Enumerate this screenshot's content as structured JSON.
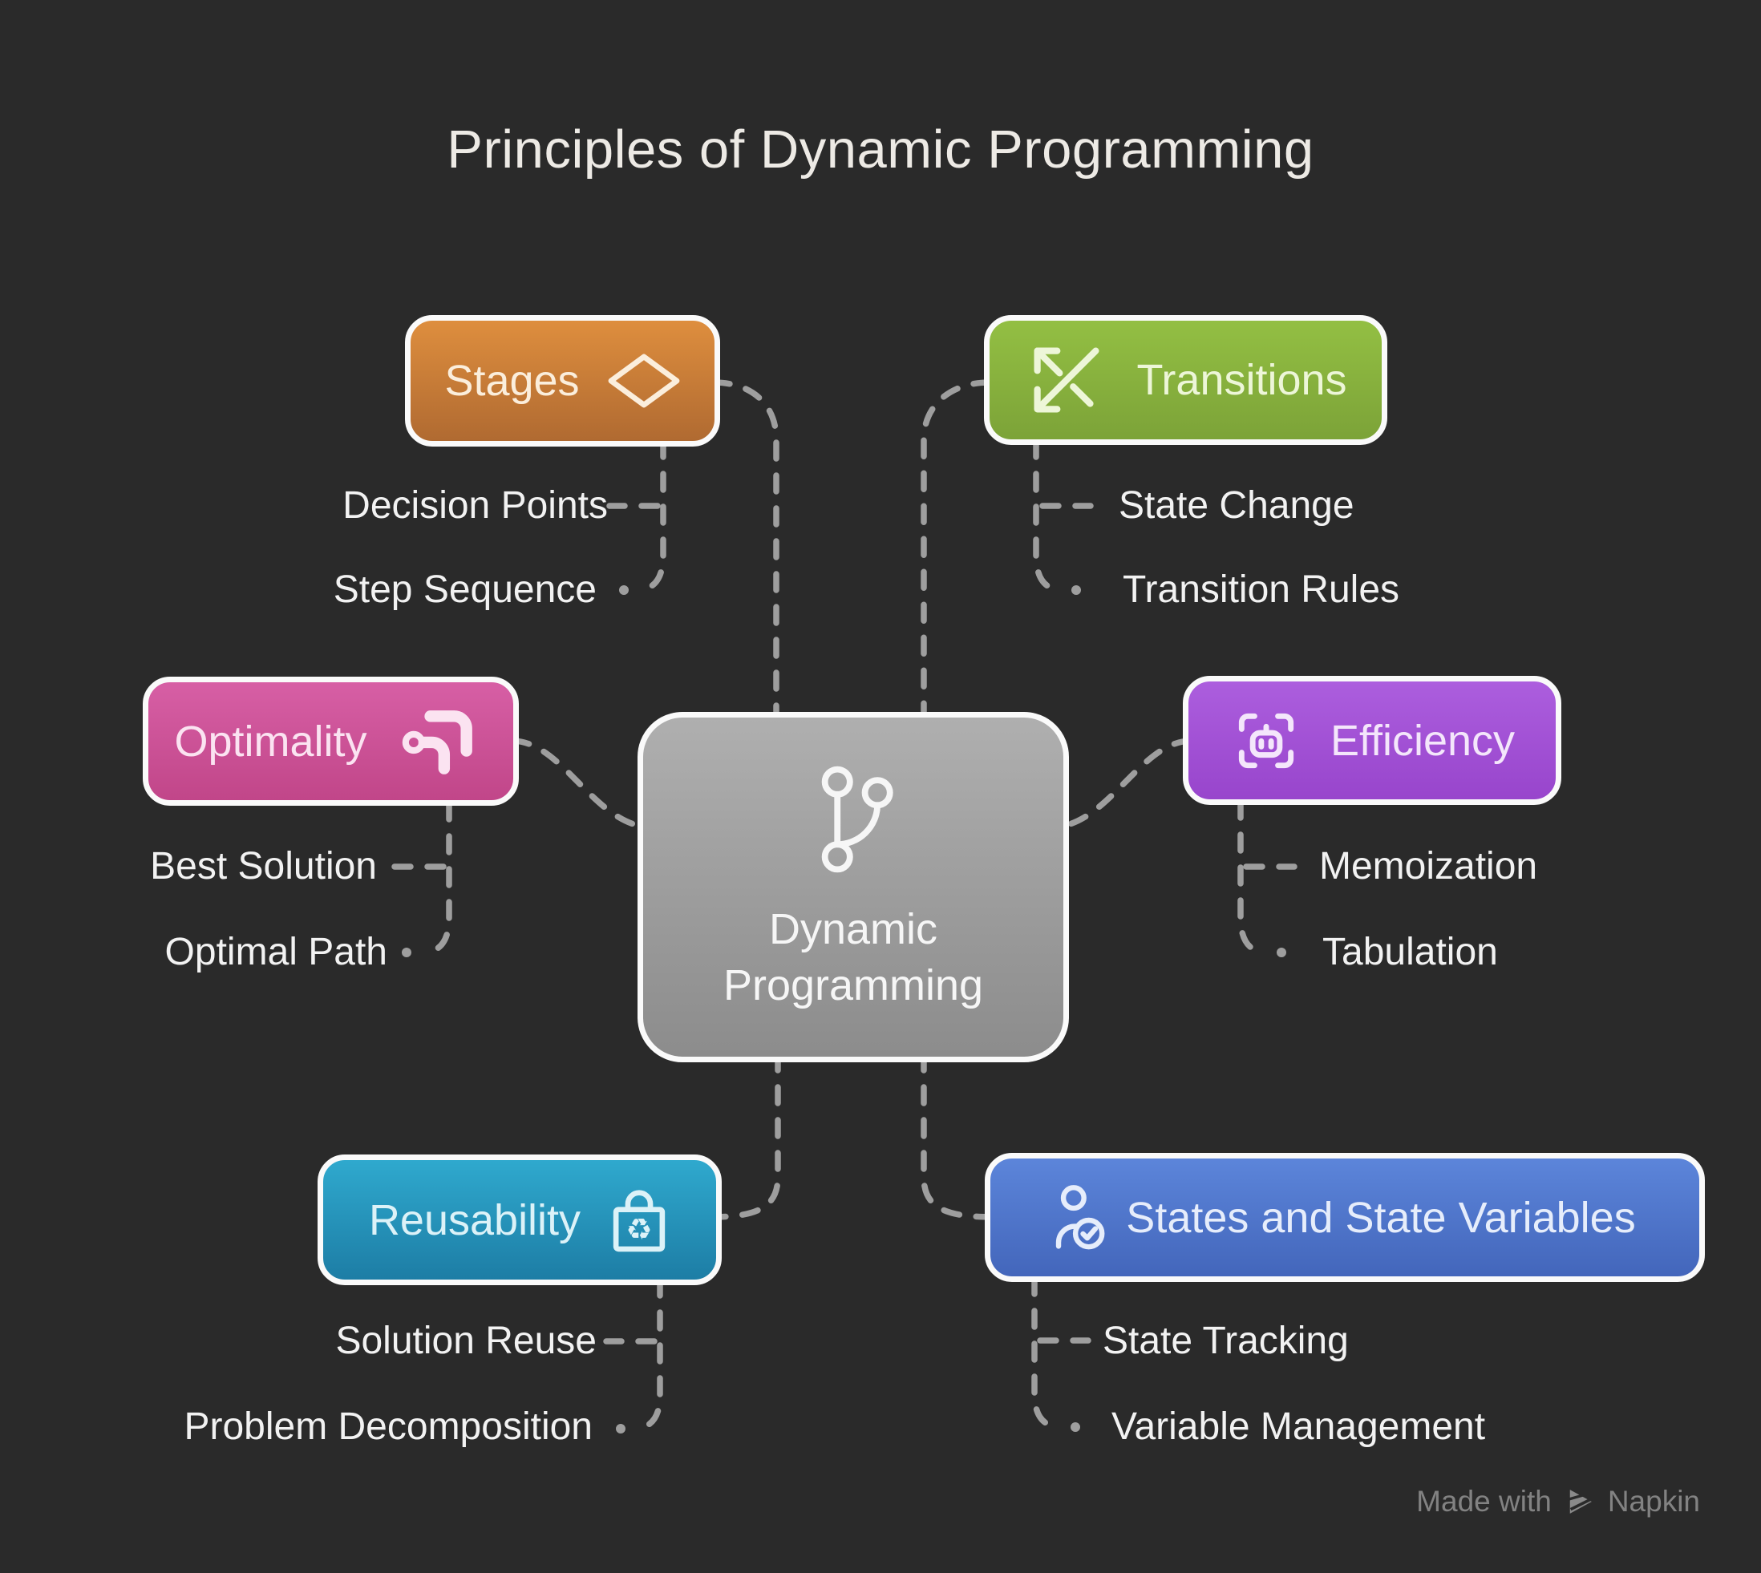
{
  "title": "Principles of Dynamic Programming",
  "background_color": "#2A2A2A",
  "connector_color": "#9E9E9E",
  "center": {
    "label": "Dynamic Programming",
    "icon": "git-branch-icon",
    "color_top": "#AFAFAF",
    "color_bottom": "#8C8C8C",
    "text_color": "#F6F6F6"
  },
  "branches": [
    {
      "label": "Stages",
      "icon": "diamond-icon",
      "color_top": "#DE8E3E",
      "color_bottom": "#B06A31",
      "text_color": "#FBEEDC",
      "children": [
        "Decision Points",
        "Step Sequence"
      ]
    },
    {
      "label": "Transitions",
      "icon": "diagonal-arrows-icon",
      "color_top": "#93BF43",
      "color_bottom": "#7CA338",
      "text_color": "#EDF6D8",
      "children": [
        "State Change",
        "Transition Rules"
      ]
    },
    {
      "label": "Optimality",
      "icon": "pivot-arrows-icon",
      "color_top": "#D75FA5",
      "color_bottom": "#C14689",
      "text_color": "#FBE3F1",
      "children": [
        "Best Solution",
        "Optimal Path"
      ]
    },
    {
      "label": "Efficiency",
      "icon": "bot-scan-icon",
      "color_top": "#AC5EDE",
      "color_bottom": "#9845CC",
      "text_color": "#F4E6FB",
      "children": [
        "Memoization",
        "Tabulation"
      ]
    },
    {
      "label": "Reusability",
      "icon": "recycle-bag-icon",
      "color_top": "#2FA9CE",
      "color_bottom": "#1D7DA5",
      "text_color": "#DCF2F8",
      "children": [
        "Solution Reuse",
        "Problem Decomposition"
      ]
    },
    {
      "label": "States and State Variables",
      "icon": "user-check-icon",
      "color_top": "#5C85DA",
      "color_bottom": "#4366BB",
      "text_color": "#E6EDFB",
      "children": [
        "State Tracking",
        "Variable Management"
      ]
    }
  ],
  "watermark": {
    "prefix": "Made with",
    "brand": "Napkin",
    "icon": "napkin-logo-icon"
  }
}
